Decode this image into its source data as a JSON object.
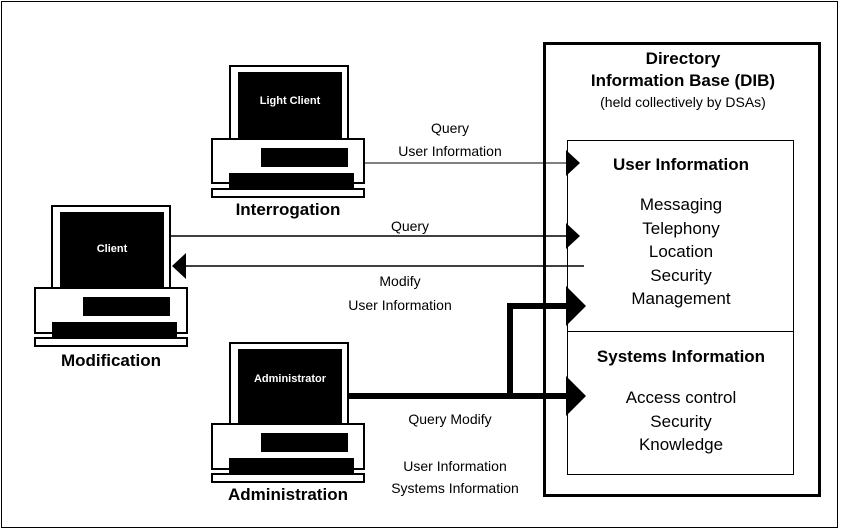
{
  "dib": {
    "title_line1": "Directory",
    "title_line2": "Information Base (DIB)",
    "subtitle": "(held collectively by DSAs)",
    "user_info": {
      "heading": "User Information",
      "items": [
        "Messaging",
        "Telephony",
        "Location",
        "Security",
        "Management"
      ]
    },
    "systems_info": {
      "heading": "Systems Information",
      "items": [
        "Access control",
        "Security",
        "Knowledge"
      ]
    }
  },
  "clients": {
    "light": {
      "screen_label": "Light Client",
      "caption": "Interrogation"
    },
    "client": {
      "screen_label": "Client",
      "caption": "Modification"
    },
    "admin": {
      "screen_label": "Administrator",
      "caption": "Administration"
    }
  },
  "arrows": {
    "light_query_line1": "Query",
    "light_query_line2": "User Information",
    "client_query": "Query",
    "client_modify_line1": "Modify",
    "client_modify_line2": "User Information",
    "admin_ops": "Query Modify",
    "admin_info_line1": "User Information",
    "admin_info_line2": "Systems Information"
  }
}
